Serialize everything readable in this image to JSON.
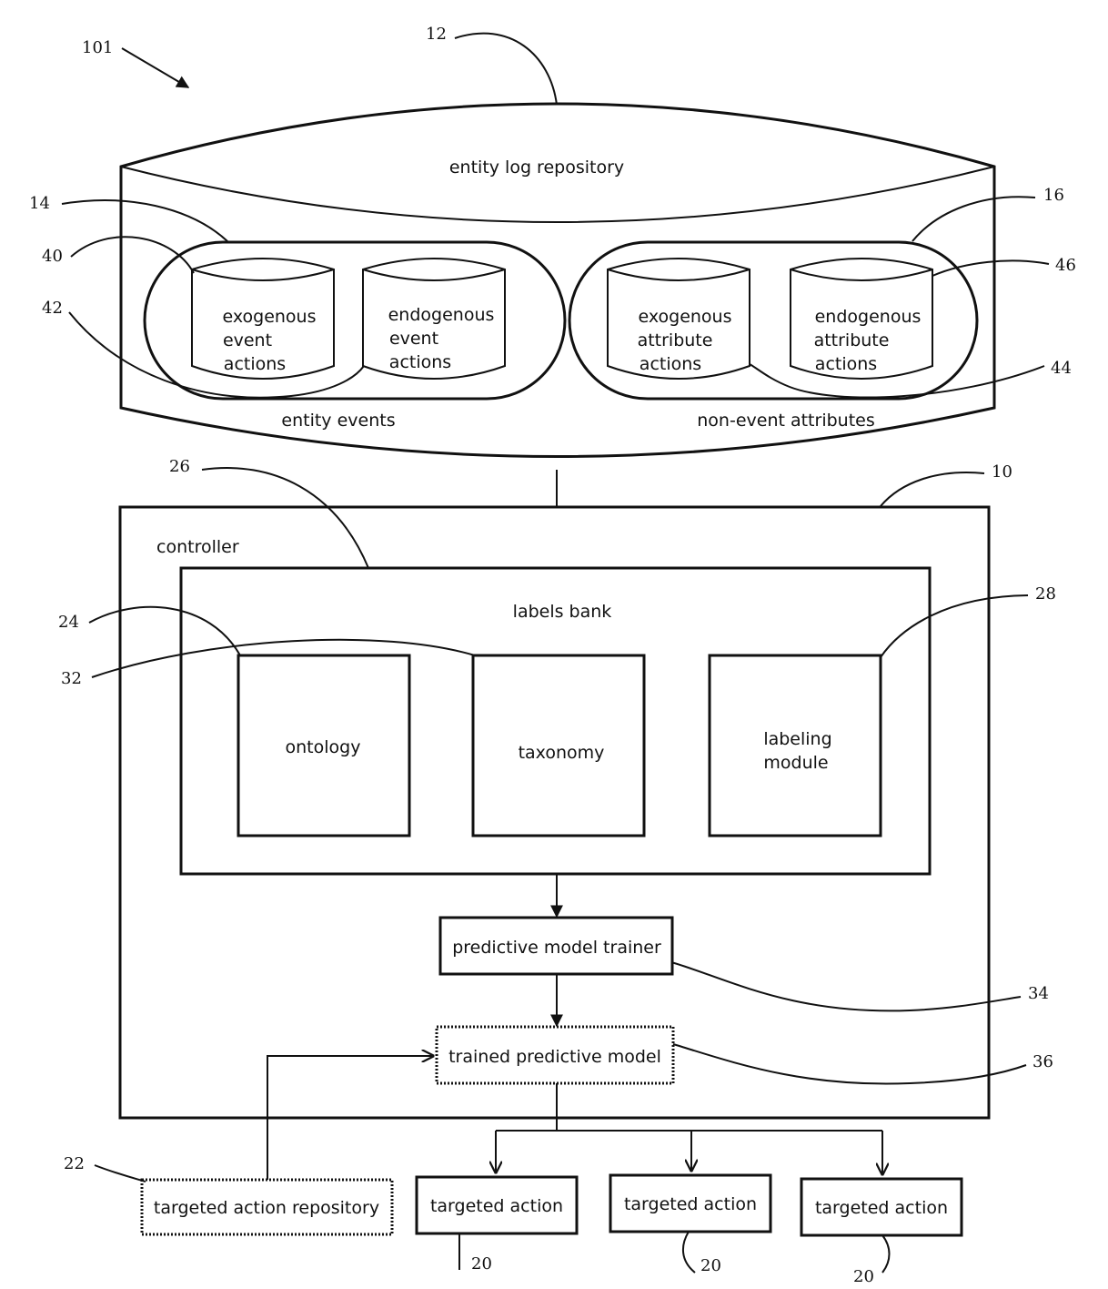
{
  "figure": {
    "ref_101": "101",
    "ref_12": "12",
    "ref_14": "14",
    "ref_16": "16",
    "ref_40": "40",
    "ref_42": "42",
    "ref_44": "44",
    "ref_46": "46",
    "ref_26": "26",
    "ref_10": "10",
    "ref_24": "24",
    "ref_32": "32",
    "ref_28": "28",
    "ref_34": "34",
    "ref_36": "36",
    "ref_22": "22",
    "ref_20a": "20",
    "ref_20b": "20",
    "ref_20c": "20"
  },
  "repository": {
    "title": "entity log repository",
    "entity_events": "entity events",
    "non_event_attributes": "non-event attributes",
    "exo_event": [
      "exogenous",
      "event",
      "actions"
    ],
    "endo_event": [
      "endogenous",
      "event",
      "actions"
    ],
    "exo_attr": [
      "exogenous",
      "attribute",
      "actions"
    ],
    "endo_attr": [
      "endogenous",
      "attribute",
      "actions"
    ]
  },
  "controller": {
    "label": "controller",
    "labels_bank": "labels bank",
    "ontology": "ontology",
    "taxonomy": "taxonomy",
    "labeling_module": [
      "labeling",
      "module"
    ],
    "trainer": "predictive model trainer",
    "trained_model": "trained predictive model"
  },
  "outputs": {
    "repository": "targeted action repository",
    "action_1": "targeted action",
    "action_2": "targeted action",
    "action_3": "targeted action"
  }
}
